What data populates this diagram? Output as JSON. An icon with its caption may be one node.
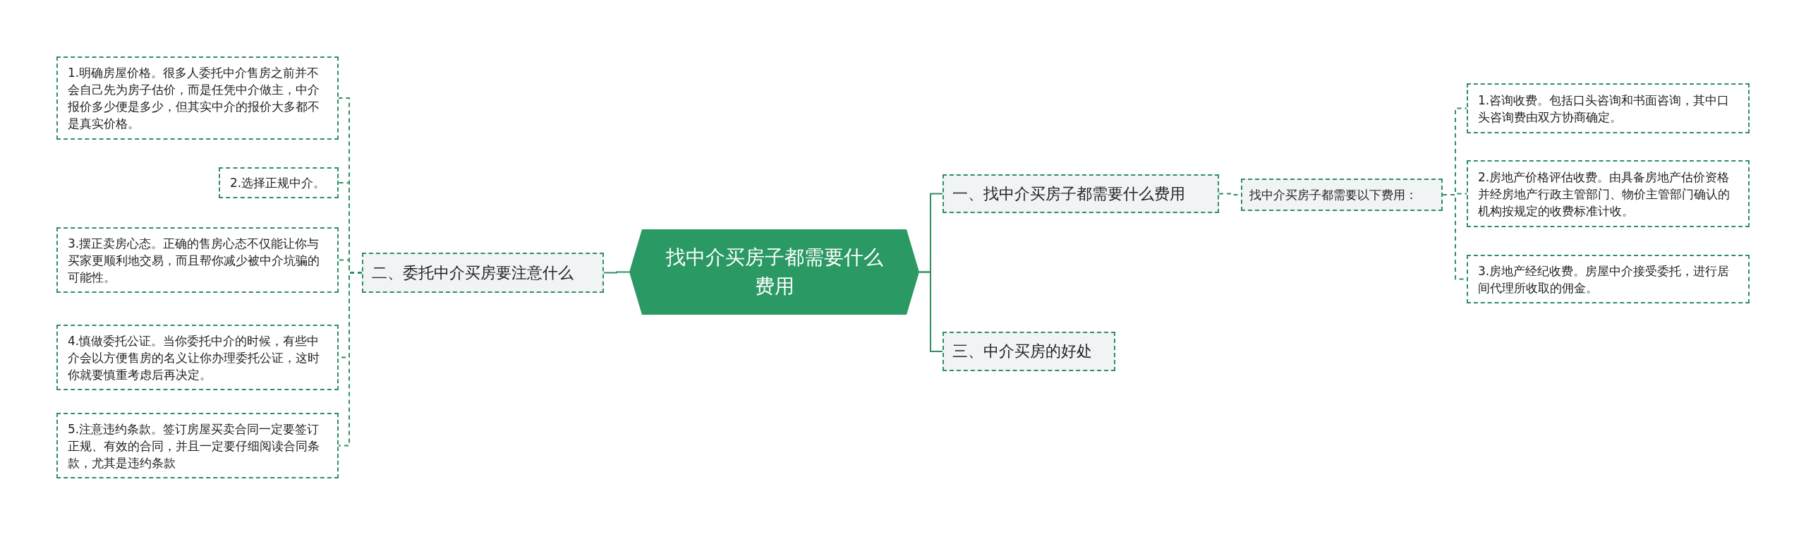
{
  "diagram": {
    "nodes": [
      {
        "text": [
          "找中介买房子都需要什么费用"
        ]
      },
      {
        "text": [
          "一、找中介买房子都需要什么费用"
        ]
      },
      {
        "text": [
          "找中介买房子都需要以下费用："
        ]
      },
      {
        "text": [
          "1.咨询收费。包括口头咨询和书面咨询，其中口头咨询费由双方协商确定。"
        ]
      },
      {
        "text": [
          "2.房地产价格评估收费。由具备房地产估价资格并经房地产行政主管部门、物价主管部门确认的机构按规定的收费标准计收。"
        ]
      },
      {
        "text": [
          "3.房地产经纪收费。房屋中介接受委托，进行居间代理所收取的佣金。"
        ]
      },
      {
        "text": [
          "二、委托中介买房要注意什么"
        ]
      },
      {
        "text": [
          "1.明确房屋价格。很多人委托中介售房之前并不会自己先为房子估价，而是任凭中介做主，中介报价多少便是多少，但其实中介的报价大多都不是真实价格。"
        ]
      },
      {
        "text": [
          "2.选择正规中介。"
        ]
      },
      {
        "text": [
          "3.摆正卖房心态。正确的售房心态不仅能让你与买家更顺利地交易，而且帮你减少被中介坑骗的可能性。"
        ]
      },
      {
        "text": [
          "4.慎做委托公证。当你委托中介的时候，有些中介会以方便售房的名义让你办理委托公证，这时你就要慎重考虑后再决定。"
        ]
      },
      {
        "text": [
          "5.注意违约条款。签订房屋买卖合同一定要签订正规、有效的合同，并且一定要仔细阅读合同条款，尤其是违约条款"
        ]
      },
      {
        "text": [
          "三、中介买房的好处"
        ]
      }
    ],
    "edges": [
      {
        "from": 0,
        "to": 1,
        "arrow": "none"
      },
      {
        "from": 1,
        "to": 2,
        "arrow": "none",
        "style": "dashed"
      },
      {
        "from": 2,
        "to": 3,
        "arrow": "none",
        "style": "dashed"
      },
      {
        "from": 2,
        "to": 4,
        "arrow": "none",
        "style": "dashed"
      },
      {
        "from": 2,
        "to": 5,
        "arrow": "none",
        "style": "dashed"
      },
      {
        "from": 0,
        "to": 6,
        "arrow": "none"
      },
      {
        "from": 6,
        "to": 7,
        "arrow": "none",
        "style": "dashed"
      },
      {
        "from": 6,
        "to": 8,
        "arrow": "none",
        "style": "dashed"
      },
      {
        "from": 6,
        "to": 9,
        "arrow": "none",
        "style": "dashed"
      },
      {
        "from": 6,
        "to": 10,
        "arrow": "none",
        "style": "dashed"
      },
      {
        "from": 6,
        "to": 11,
        "arrow": "none",
        "style": "dashed"
      },
      {
        "from": 0,
        "to": 12,
        "arrow": "none"
      }
    ]
  }
}
